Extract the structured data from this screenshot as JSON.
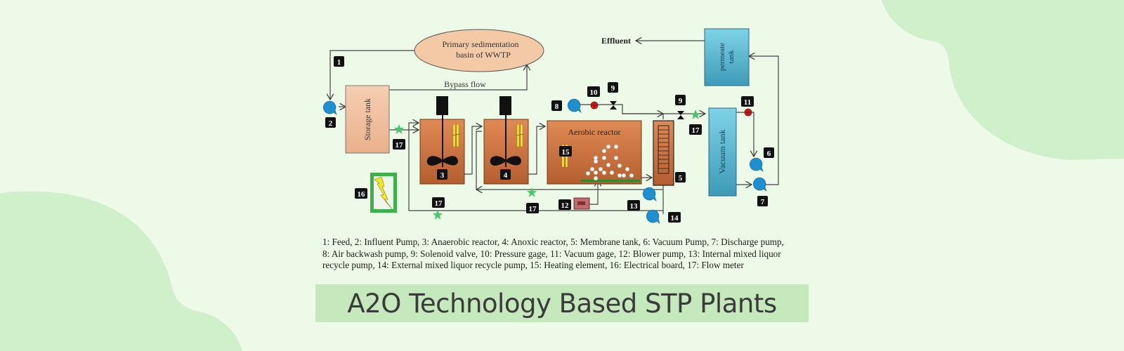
{
  "diagram": {
    "ellipse_label_line1": "Primary sedimentation",
    "ellipse_label_line2": "basin of  WWTP",
    "bypass_label": "Bypass flow",
    "storage_tank_label": "Storage tank",
    "aerobic_label": "Aerobic reactor",
    "vacuum_tank_label": "Vacuum tank",
    "permeate_label_line1": "permeate",
    "permeate_label_line2": "tank",
    "effluent_label": "Effluent",
    "badges": {
      "b1": "1",
      "b2": "2",
      "b3": "3",
      "b4": "4",
      "b5": "5",
      "b6": "6",
      "b7": "7",
      "b8": "8",
      "b9": "9",
      "b10": "10",
      "b11": "11",
      "b12": "12",
      "b13": "13",
      "b14": "14",
      "b15": "15",
      "b16": "16",
      "b17": "17"
    },
    "colors": {
      "reactor": "#c86a3a",
      "storage": "#f0bf9c",
      "ellipse": "#f3c9a6",
      "tank_blue": "#5bbcd4",
      "pump": "#1e8fd0",
      "star": "#4cc46a"
    }
  },
  "legend": {
    "line1": "1: Feed, 2: Influent Pump, 3: Anaerobic reactor, 4: Anoxic reactor, 5: Membrane tank, 6: Vacuum Pump, 7: Discharge pump,",
    "line2": "8: Air backwash pump, 9: Solenoid valve, 10: Pressure gage, 11: Vacuum gage, 12: Blower pump, 13: Internal mixed liquor",
    "line3": "recycle pump, 14: External mixed liquor recycle pump, 15: Heating element, 16: Electrical board, 17: Flow meter"
  },
  "title": "A2O Technology Based STP Plants"
}
